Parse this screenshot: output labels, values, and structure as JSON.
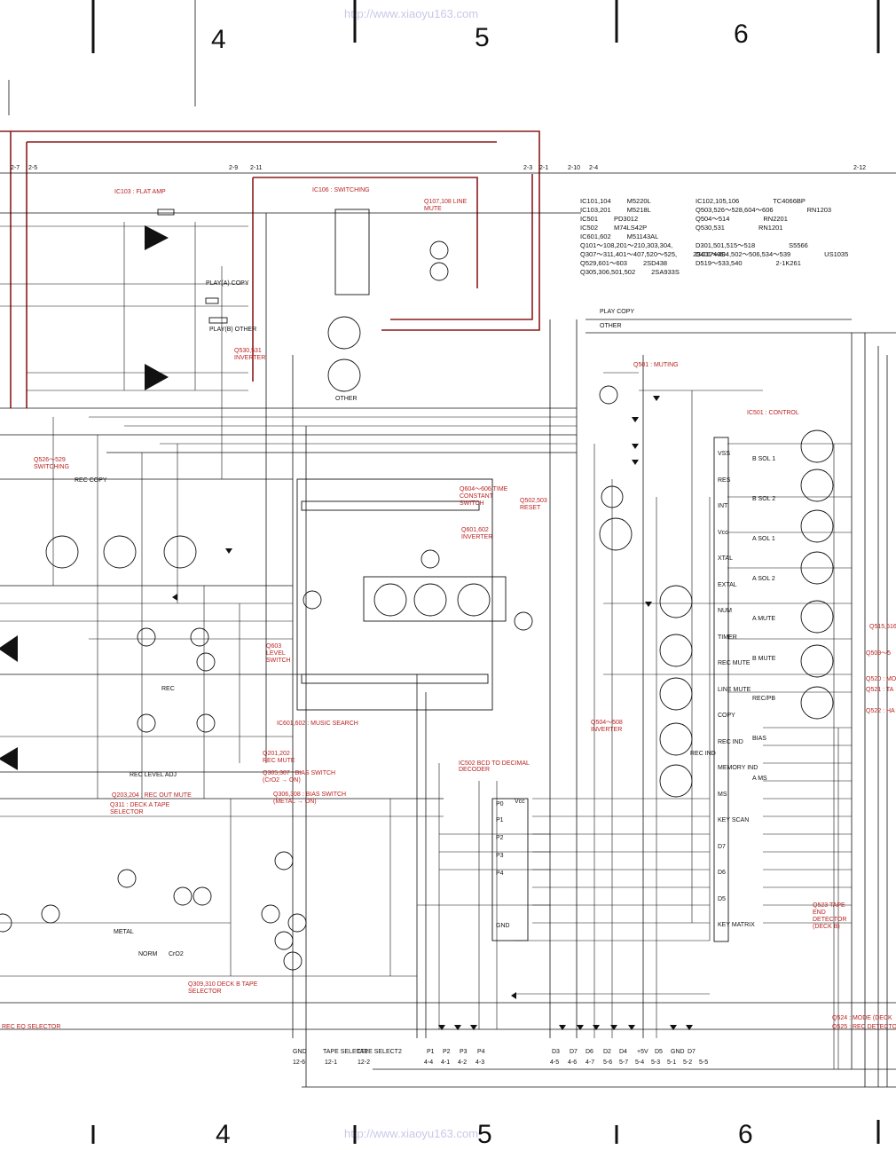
{
  "watermark_url": "http://www.xiaoyu163.com",
  "grid_columns": [
    "4",
    "5",
    "6"
  ],
  "ic_blocks": [
    "IC103 : FLAT AMP",
    "IC106 : SWITCHING",
    "IC501 : CONTROL",
    "IC601,602 : MUSIC SEARCH",
    "IC502 BCD TO DECIMAL DECODER"
  ],
  "function_labels": [
    "Q107,108 LINE MUTE",
    "Q530,531 INVERTER",
    "Q526～529 SWITCHING",
    "Q501 : MUTING",
    "Q604～606 TIME CONSTANT SWITCH",
    "Q502,503 RESET",
    "Q601,602 INVERTER",
    "Q603 LEVEL SWITCH",
    "Q504～508 INVERTER",
    "Q201,202 : REC MUTE",
    "Q305,307 : BIAS SWITCH (CrO2 → ON)",
    "Q306,308 : BIAS SWITCH (METAL → ON)",
    "Q203,204 : REC OUT MUTE",
    "Q311 : DECK A TAPE SELECTOR",
    "Q309,310 DECK B TAPE SELECTOR",
    "Q523 TAPE END DETECTOR (DECK B)",
    "REC EQ SELECTOR"
  ],
  "parts_table": [
    [
      "IC101,104",
      "M5220L"
    ],
    [
      "IC103,201",
      "M5218L"
    ],
    [
      "IC501",
      "PD3012"
    ],
    [
      "IC502",
      "M74LS42P"
    ],
    [
      "IC601,602",
      "M51143AL"
    ],
    [
      "Q101～108,201～210,303,304,",
      ""
    ],
    [
      "Q307～311,401～407,520～525,",
      "2SC1740S"
    ],
    [
      "Q529,601～603",
      "2SD438"
    ],
    [
      "Q305,306,501,502",
      "2SA933S"
    ],
    [
      "IC102,105,106",
      "TC4066BP"
    ],
    [
      "Q503,526～528,604～606",
      "RN1203"
    ],
    [
      "Q504～514",
      "RN2201"
    ],
    [
      "Q530,531",
      "RN1201"
    ],
    [
      "D301,501,515～518",
      "S5566"
    ],
    [
      "D401～404,502～506,534～539",
      "US1035"
    ],
    [
      "D519～533,540",
      "2-1K261"
    ]
  ],
  "connectors": {
    "top": [
      "2-7",
      "2-5",
      "2-9",
      "2-11",
      "2-3",
      "2-1",
      "2-10",
      "2-4",
      "2-12"
    ],
    "bottom_labels": [
      "GND",
      "TAPE SELECT1",
      "TAPE SELECT2",
      "P1",
      "P2",
      "P3",
      "P4",
      "D3",
      "D7",
      "D6",
      "D2",
      "D4",
      "+5V",
      "D5",
      "GND",
      "D7"
    ],
    "bottom_pins": [
      "12-6",
      "12-1",
      "12-2",
      "4-4",
      "4-1",
      "4-2",
      "4-3",
      "4-5",
      "4-6",
      "4-7",
      "5-6",
      "5-7",
      "5-4",
      "5-3",
      "5-1",
      "5-2",
      "5-5"
    ]
  },
  "ic501_pins": [
    "VSS",
    "RES",
    "INT",
    "Vcc",
    "XTAL",
    "EXTAL",
    "NUM",
    "TIMER",
    "REC MUTE",
    "LINE MUTE",
    "COPY",
    "REC IND",
    "MEMORY IND",
    "MS",
    "KEY SCAN",
    "D7",
    "D6",
    "D5",
    "KEY MATRIX",
    "B SOL 1",
    "B SOL 2",
    "A SOL 1",
    "A SOL 2",
    "A MUTE",
    "B MUTE",
    "REC/PB",
    "BIAS",
    "A MS"
  ],
  "ic502_pins": [
    "P0",
    "P1",
    "P2",
    "P3",
    "P4",
    "GND",
    "Vcc"
  ],
  "switch_labels": [
    "PLAY(A) COPY",
    "PLAY(B) OTHER",
    "PLAY COPY",
    "OTHER",
    "REC COPY",
    "NORM",
    "METAL",
    "CrO2",
    "REC",
    "OTHER",
    "REC LEVEL ADJ",
    "REC IND"
  ],
  "side_labels": [
    "Q524 : MODE (DECK",
    "Q525 : REC DETECTO",
    "Q520 : MO",
    "Q521 : TA",
    "Q522 : HA",
    "Q509～5",
    "Q515,516"
  ],
  "colors": {
    "trace_red": "#8a1a1a",
    "label_red": "#b22222",
    "ink": "#111111",
    "watermark": "#c8c8e8"
  }
}
